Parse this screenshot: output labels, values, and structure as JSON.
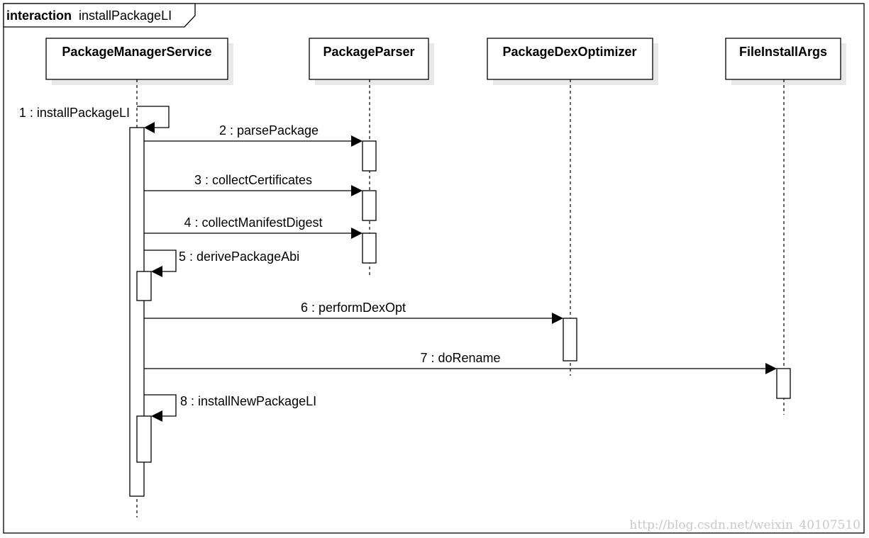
{
  "frame": {
    "keyword": "interaction",
    "name": "installPackageLI"
  },
  "participants": [
    {
      "id": "pms",
      "name": "PackageManagerService"
    },
    {
      "id": "pp",
      "name": "PackageParser"
    },
    {
      "id": "pdo",
      "name": "PackageDexOptimizer"
    },
    {
      "id": "fia",
      "name": "FileInstallArgs"
    }
  ],
  "messages": [
    {
      "from": "pms",
      "to": "pms",
      "label": "1 : installPackageLI"
    },
    {
      "from": "pms",
      "to": "pp",
      "label": "2 : parsePackage"
    },
    {
      "from": "pms",
      "to": "pp",
      "label": "3 : collectCertificates"
    },
    {
      "from": "pms",
      "to": "pp",
      "label": "4 : collectManifestDigest"
    },
    {
      "from": "pms",
      "to": "pms",
      "label": "5 : derivePackageAbi"
    },
    {
      "from": "pms",
      "to": "pdo",
      "label": "6 : performDexOpt"
    },
    {
      "from": "pms",
      "to": "fia",
      "label": "7 : doRename"
    },
    {
      "from": "pms",
      "to": "pms",
      "label": "8 : installNewPackageLI"
    }
  ],
  "watermark": "http://blog.csdn.net/weixin_40107510"
}
